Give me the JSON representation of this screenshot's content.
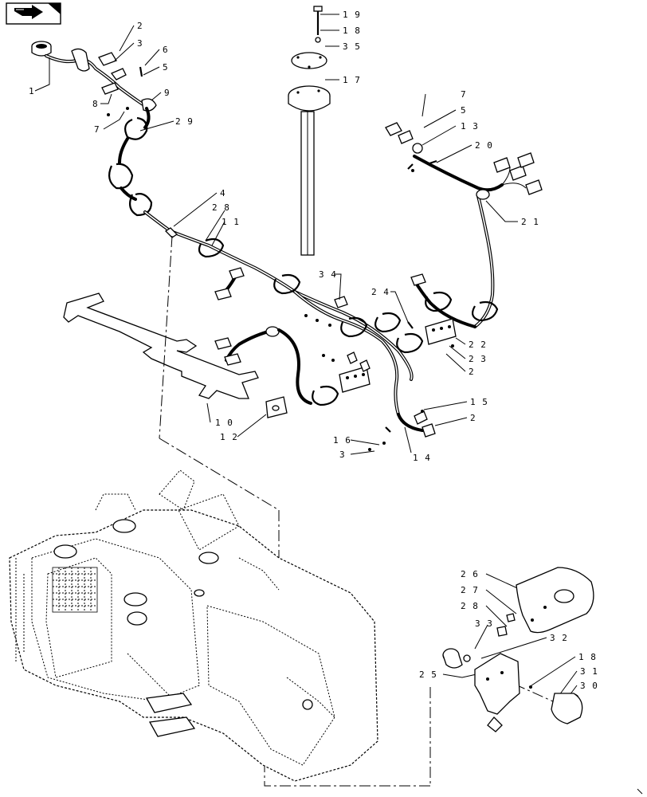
{
  "icons": {
    "nav": "next-page-arrow-icon"
  },
  "callouts": [
    {
      "id": "c1",
      "text": "1"
    },
    {
      "id": "c2a",
      "text": "2"
    },
    {
      "id": "c3a",
      "text": "3"
    },
    {
      "id": "c6",
      "text": "6"
    },
    {
      "id": "c5a",
      "text": "5"
    },
    {
      "id": "c8",
      "text": "8"
    },
    {
      "id": "c9",
      "text": "9"
    },
    {
      "id": "c7a",
      "text": "7"
    },
    {
      "id": "c29",
      "text": "2 9"
    },
    {
      "id": "c19",
      "text": "1 9"
    },
    {
      "id": "c18a",
      "text": "1 8"
    },
    {
      "id": "c35",
      "text": "3 5"
    },
    {
      "id": "c17",
      "text": "1 7"
    },
    {
      "id": "c7b",
      "text": "7"
    },
    {
      "id": "c5b",
      "text": "5"
    },
    {
      "id": "c13",
      "text": "1 3"
    },
    {
      "id": "c20",
      "text": "2 0"
    },
    {
      "id": "c21",
      "text": "2 1"
    },
    {
      "id": "c4",
      "text": "4"
    },
    {
      "id": "c28a",
      "text": "2 8"
    },
    {
      "id": "c11",
      "text": "1 1"
    },
    {
      "id": "c34",
      "text": "3 4"
    },
    {
      "id": "c24",
      "text": "2 4"
    },
    {
      "id": "c22",
      "text": "2 2"
    },
    {
      "id": "c23",
      "text": "2 3"
    },
    {
      "id": "c2b",
      "text": "2"
    },
    {
      "id": "c15",
      "text": "1 5"
    },
    {
      "id": "c2c",
      "text": "2"
    },
    {
      "id": "c16",
      "text": "1 6"
    },
    {
      "id": "c3b",
      "text": "3"
    },
    {
      "id": "c14",
      "text": "1 4"
    },
    {
      "id": "c10",
      "text": "1 0"
    },
    {
      "id": "c12",
      "text": "1 2"
    },
    {
      "id": "c26",
      "text": "2 6"
    },
    {
      "id": "c27",
      "text": "2 7"
    },
    {
      "id": "c28b",
      "text": "2 8"
    },
    {
      "id": "c33",
      "text": "3 3"
    },
    {
      "id": "c32",
      "text": "3 2"
    },
    {
      "id": "c18b",
      "text": "1 8"
    },
    {
      "id": "c25",
      "text": "2 5"
    },
    {
      "id": "c31",
      "text": "3 1"
    },
    {
      "id": "c30",
      "text": "3 0"
    }
  ]
}
